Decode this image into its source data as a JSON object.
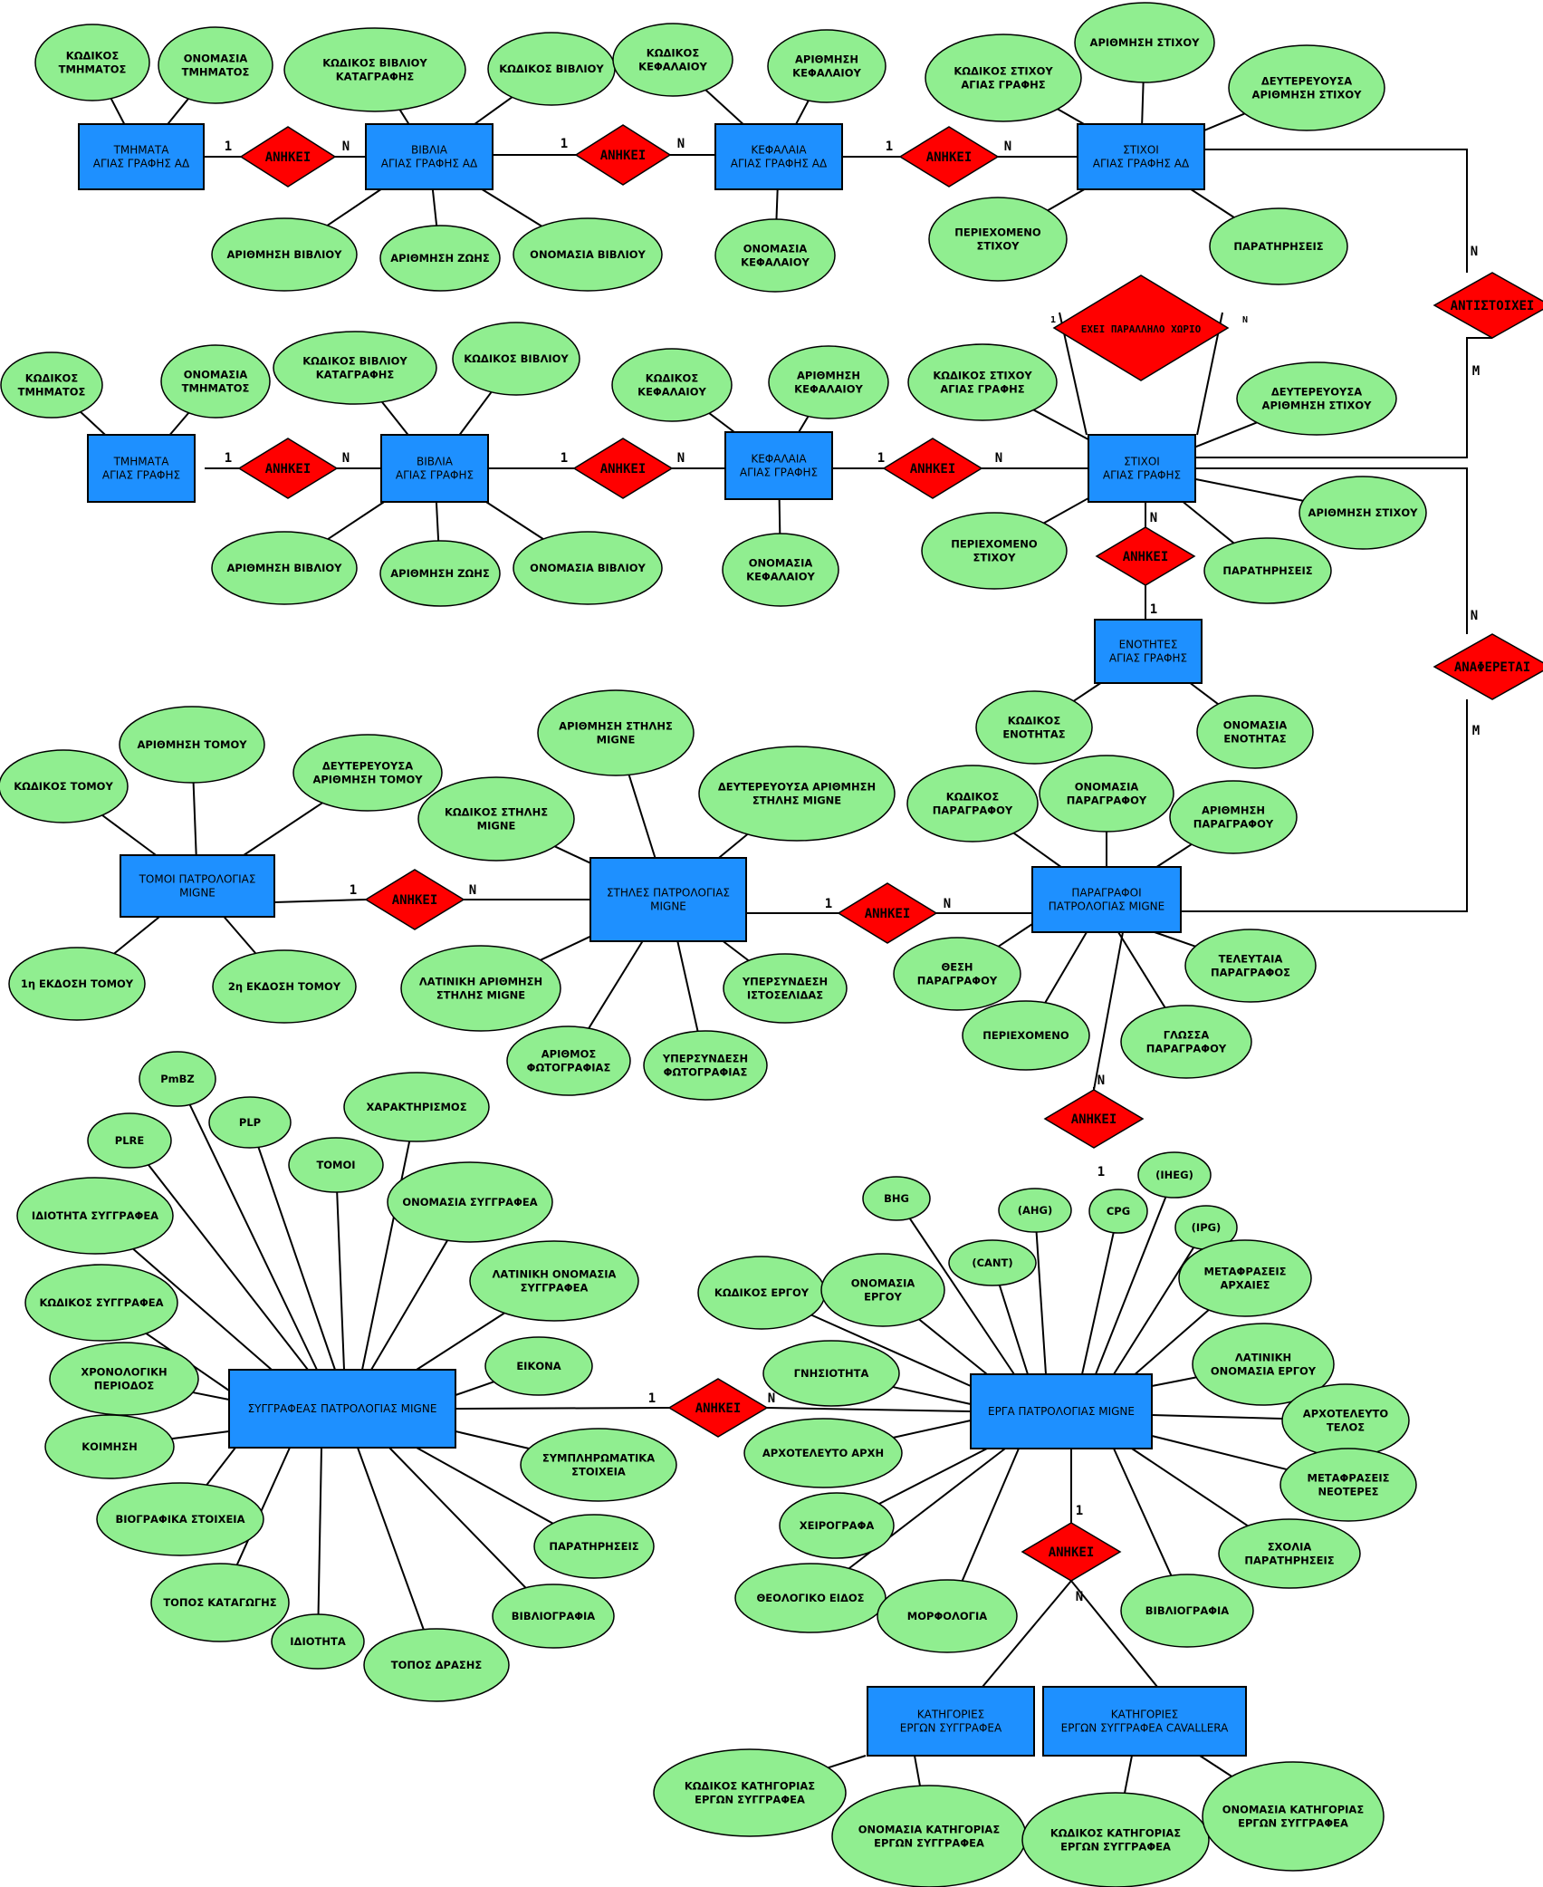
{
  "entities": {
    "e1": [
      "ΤΜΗΜΑΤΑ",
      "ΑΓΙΑΣ ΓΡΑΦΗΣ ΑΔ"
    ],
    "e2": [
      "ΒΙΒΛΙΑ",
      "ΑΓΙΑΣ ΓΡΑΦΗΣ ΑΔ"
    ],
    "e3": [
      "ΚΕΦΑΛΑΙΑ",
      "ΑΓΙΑΣ ΓΡΑΦΗΣ ΑΔ"
    ],
    "e4": [
      "ΣΤΙΧΟΙ",
      "ΑΓΙΑΣ ΓΡΑΦΗΣ ΑΔ"
    ],
    "e5": [
      "ΤΜΗΜΑΤΑ",
      "ΑΓΙΑΣ ΓΡΑΦΗΣ"
    ],
    "e6": [
      "ΒΙΒΛΙΑ",
      "ΑΓΙΑΣ ΓΡΑΦΗΣ"
    ],
    "e7": [
      "ΚΕΦΑΛΑΙΑ",
      "ΑΓΙΑΣ ΓΡΑΦΗΣ"
    ],
    "e8": [
      "ΣΤΙΧΟΙ",
      "ΑΓΙΑΣ ΓΡΑΦΗΣ"
    ],
    "e9": [
      "ΕΝΟΤΗΤΕΣ",
      "ΑΓΙΑΣ ΓΡΑΦΗΣ"
    ],
    "e10": [
      "ΤΟΜΟΙ ΠΑΤΡΟΛΟΓΙΑΣ",
      "MIGNE"
    ],
    "e11": [
      "ΣΤΗΛΕΣ ΠΑΤΡΟΛΟΓΙΑΣ",
      "MIGNE"
    ],
    "e12": [
      "ΠΑΡΑΓΡΑΦΟΙ",
      "ΠΑΤΡΟΛΟΓΙΑΣ MIGNE"
    ],
    "e13": [
      "ΣΥΓΓΡΑΦΕΑΣ ΠΑΤΡΟΛΟΓΙΑΣ MIGNE"
    ],
    "e14": [
      "ΕΡΓΑ ΠΑΤΡΟΛΟΓΙΑΣ MIGNE"
    ],
    "e15": [
      "ΚΑΤΗΓΟΡΙΕΣ",
      "ΕΡΓΩΝ ΣΥΓΓΡΑΦΕΑ"
    ],
    "e16": [
      "ΚΑΤΗΓΟΡΙΕΣ",
      "ΕΡΓΩΝ ΣΥΓΓΡΑΦΕΑ CAVALLERA"
    ]
  },
  "relationships": {
    "r1": "ΑΝΗΚΕΙ",
    "r2": "ΑΝΗΚΕΙ",
    "r3": "ΑΝΗΚΕΙ",
    "r4": "ΑΝΤΙΣΤΟΙΧΕΙ",
    "r5": "ΑΝΗΚΕΙ",
    "r6": "ΑΝΗΚΕΙ",
    "r7": "ΑΝΗΚΕΙ",
    "r8": "ΑΝΗΚΕΙ",
    "r9": "ΕΧΕΙ ΠΑΡΑΛΛΗΛΟ ΧΩΡΙΟ",
    "r10": "ΑΝΑΦΕΡΕΤΑΙ",
    "r11": "ΑΝΗΚΕΙ",
    "r12": "ΑΝΗΚΕΙ",
    "r13": "ΑΝΗΚΕΙ",
    "r14": "ΑΝΗΚΕΙ",
    "r15": "ΑΝΗΚΕΙ"
  },
  "attributes": {
    "a1": [
      "ΚΩΔΙΚΟΣ",
      "ΤΜΗΜΑΤΟΣ"
    ],
    "a2": [
      "ΟΝΟΜΑΣΙΑ",
      "ΤΜΗΜΑΤΟΣ"
    ],
    "a3": [
      "ΚΩΔΙΚΟΣ ΒΙΒΛΙΟΥ",
      "ΚΑΤΑΓΡΑΦΗΣ"
    ],
    "a4": [
      "ΚΩΔΙΚΟΣ ΒΙΒΛΙΟΥ"
    ],
    "a5": [
      "ΑΡΙΘΜΗΣΗ ΒΙΒΛΙΟΥ"
    ],
    "a6": [
      "ΑΡΙΘΜΗΣΗ ΖΩΗΣ"
    ],
    "a7": [
      "ΟΝΟΜΑΣΙΑ ΒΙΒΛΙΟΥ"
    ],
    "a8": [
      "ΚΩΔΙΚΟΣ",
      "ΚΕΦΑΛΑΙΟΥ"
    ],
    "a9": [
      "ΑΡΙΘΜΗΣΗ",
      "ΚΕΦΑΛΑΙΟΥ"
    ],
    "a10": [
      "ΟΝΟΜΑΣΙΑ",
      "ΚΕΦΑΛΑΙΟΥ"
    ],
    "a11": [
      "ΚΩΔΙΚΟΣ ΣΤΙΧΟΥ",
      "ΑΓΙΑΣ ΓΡΑΦΗΣ"
    ],
    "a12": [
      "ΑΡΙΘΜΗΣΗ ΣΤΙΧΟΥ"
    ],
    "a13": [
      "ΔΕΥΤΕΡΕΥΟΥΣΑ",
      "ΑΡΙΘΜΗΣΗ ΣΤΙΧΟΥ"
    ],
    "a14": [
      "ΠΕΡΙΕΧΟΜΕΝΟ",
      "ΣΤΙΧΟΥ"
    ],
    "a15": [
      "ΠΑΡΑΤΗΡΗΣΕΙΣ"
    ],
    "b1": [
      "ΚΩΔΙΚΟΣ",
      "ΤΜΗΜΑΤΟΣ"
    ],
    "b2": [
      "ΟΝΟΜΑΣΙΑ",
      "ΤΜΗΜΑΤΟΣ"
    ],
    "b3": [
      "ΚΩΔΙΚΟΣ ΒΙΒΛΙΟΥ",
      "ΚΑΤΑΓΡΑΦΗΣ"
    ],
    "b4": [
      "ΚΩΔΙΚΟΣ ΒΙΒΛΙΟΥ"
    ],
    "b5": [
      "ΑΡΙΘΜΗΣΗ ΒΙΒΛΙΟΥ"
    ],
    "b6": [
      "ΑΡΙΘΜΗΣΗ ΖΩΗΣ"
    ],
    "b7": [
      "ΟΝΟΜΑΣΙΑ ΒΙΒΛΙΟΥ"
    ],
    "b8": [
      "ΚΩΔΙΚΟΣ",
      "ΚΕΦΑΛΑΙΟΥ"
    ],
    "b9": [
      "ΑΡΙΘΜΗΣΗ",
      "ΚΕΦΑΛΑΙΟΥ"
    ],
    "b10": [
      "ΟΝΟΜΑΣΙΑ",
      "ΚΕΦΑΛΑΙΟΥ"
    ],
    "b11": [
      "ΚΩΔΙΚΟΣ ΣΤΙΧΟΥ",
      "ΑΓΙΑΣ ΓΡΑΦΗΣ"
    ],
    "b12": [
      "ΔΕΥΤΕΡΕΥΟΥΣΑ",
      "ΑΡΙΘΜΗΣΗ ΣΤΙΧΟΥ"
    ],
    "b13": [
      "ΠΕΡΙΕΧΟΜΕΝΟ",
      "ΣΤΙΧΟΥ"
    ],
    "b14": [
      "ΠΑΡΑΤΗΡΗΣΕΙΣ"
    ],
    "b15": [
      "ΑΡΙΘΜΗΣΗ ΣΤΙΧΟΥ"
    ],
    "b16": [
      "ΚΩΔΙΚΟΣ",
      "ΕΝΟΤΗΤΑΣ"
    ],
    "b17": [
      "ΟΝΟΜΑΣΙΑ",
      "ΕΝΟΤΗΤΑΣ"
    ],
    "c1": [
      "ΚΩΔΙΚΟΣ ΤΟΜΟΥ"
    ],
    "c2": [
      "ΑΡΙΘΜΗΣΗ ΤΟΜΟΥ"
    ],
    "c3": [
      "ΔΕΥΤΕΡΕΥΟΥΣΑ",
      "ΑΡΙΘΜΗΣΗ ΤΟΜΟΥ"
    ],
    "c4": [
      "1η ΕΚΔΟΣΗ ΤΟΜΟΥ"
    ],
    "c5": [
      "2η ΕΚΔΟΣΗ ΤΟΜΟΥ"
    ],
    "c6": [
      "ΑΡΙΘΜΗΣΗ ΣΤΗΛΗΣ",
      "MIGNE"
    ],
    "c7": [
      "ΚΩΔΙΚΟΣ ΣΤΗΛΗΣ",
      "MIGNE"
    ],
    "c8": [
      "ΔΕΥΤΕΡΕΥΟΥΣΑ ΑΡΙΘΜΗΣΗ",
      "ΣΤΗΛΗΣ MIGNE"
    ],
    "c9": [
      "ΛΑΤΙΝΙΚΗ ΑΡΙΘΜΗΣΗ",
      "ΣΤΗΛΗΣ MIGNE"
    ],
    "c10": [
      "ΑΡΙΘΜΟΣ",
      "ΦΩΤΟΓΡΑΦΙΑΣ"
    ],
    "c11": [
      "ΥΠΕΡΣΥΝΔΕΣΗ",
      "ΦΩΤΟΓΡΑΦΙΑΣ"
    ],
    "c12": [
      "ΥΠΕΡΣΥΝΔΕΣΗ",
      "ΙΣΤΟΣΕΛΙΔΑΣ"
    ],
    "c13": [
      "ΚΩΔΙΚΟΣ",
      "ΠΑΡΑΓΡΑΦΟΥ"
    ],
    "c14": [
      "ΟΝΟΜΑΣΙΑ",
      "ΠΑΡΑΓΡΑΦΟΥ"
    ],
    "c15": [
      "ΑΡΙΘΜΗΣΗ",
      "ΠΑΡΑΓΡΑΦΟΥ"
    ],
    "c16": [
      "ΘΕΣΗ",
      "ΠΑΡΑΓΡΑΦΟΥ"
    ],
    "c17": [
      "ΠΕΡΙΕΧΟΜΕΝΟ"
    ],
    "c18": [
      "ΓΛΩΣΣΑ",
      "ΠΑΡΑΓΡΑΦΟΥ"
    ],
    "c19": [
      "ΤΕΛΕΥΤΑΙΑ",
      "ΠΑΡΑΓΡΑΦΟΣ"
    ],
    "d1": [
      "PmBZ"
    ],
    "d2": [
      "PLRE"
    ],
    "d3": [
      "PLP"
    ],
    "d4": [
      "ΧΑΡΑΚΤΗΡΙΣΜΟΣ"
    ],
    "d5": [
      "ΤΟΜΟΙ"
    ],
    "d6": [
      "ΙΔΙΟΤΗΤΑ ΣΥΓΓΡΑΦΕΑ"
    ],
    "d7": [
      "ΟΝΟΜΑΣΙΑ ΣΥΓΓΡΑΦΕΑ"
    ],
    "d8": [
      "ΛΑΤΙΝΙΚΗ ΟΝΟΜΑΣΙΑ",
      "ΣΥΓΓΡΑΦΕΑ"
    ],
    "d9": [
      "ΚΩΔΙΚΟΣ ΣΥΓΓΡΑΦΕΑ"
    ],
    "d10": [
      "ΧΡΟΝΟΛΟΓΙΚΗ",
      "ΠΕΡΙΟΔΟΣ"
    ],
    "d11": [
      "ΕΙΚΟΝΑ"
    ],
    "d12": [
      "ΚΟΙΜΗΣΗ"
    ],
    "d13": [
      "ΣΥΜΠΛΗΡΩΜΑΤΙΚΑ",
      "ΣΤΟΙΧΕΙΑ"
    ],
    "d14": [
      "ΒΙΟΓΡΑΦΙΚΑ ΣΤΟΙΧΕΙΑ"
    ],
    "d15": [
      "ΠΑΡΑΤΗΡΗΣΕΙΣ"
    ],
    "d16": [
      "ΤΟΠΟΣ ΚΑΤΑΓΩΓΗΣ"
    ],
    "d17": [
      "ΒΙΒΛΙΟΓΡΑΦΙΑ"
    ],
    "d18": [
      "ΙΔΙΟΤΗΤΑ"
    ],
    "d19": [
      "ΤΟΠΟΣ ΔΡΑΣΗΣ"
    ],
    "f1": [
      "BHG"
    ],
    "f2": [
      "(AHG)"
    ],
    "f3": [
      "CPG"
    ],
    "f4": [
      "(IHEG)"
    ],
    "f5": [
      "(IPG)"
    ],
    "f6": [
      "(CANT)"
    ],
    "f7": [
      "ΚΩΔΙΚΟΣ ΕΡΓΟΥ"
    ],
    "f8": [
      "ΟΝΟΜΑΣΙΑ",
      "ΕΡΓΟΥ"
    ],
    "f9": [
      "ΜΕΤΑΦΡΑΣΕΙΣ",
      "ΑΡΧΑΙΕΣ"
    ],
    "f10": [
      "ΛΑΤΙΝΙΚΗ",
      "ΟΝΟΜΑΣΙΑ ΕΡΓΟΥ"
    ],
    "f11": [
      "ΓΝΗΣΙΟΤΗΤΑ"
    ],
    "f12": [
      "ΑΡΧΟΤΕΛΕΥΤΟ",
      "ΤΕΛΟΣ"
    ],
    "f13": [
      "ΑΡΧΟΤΕΛΕΥΤΟ ΑΡΧΗ"
    ],
    "f14": [
      "ΜΕΤΑΦΡΑΣΕΙΣ",
      "ΝΕΟΤΕΡΕΣ"
    ],
    "f15": [
      "ΧΕΙΡΟΓΡΑΦΑ"
    ],
    "f16": [
      "ΣΧΟΛΙΑ",
      "ΠΑΡΑΤΗΡΗΣΕΙΣ"
    ],
    "f17": [
      "ΘΕΟΛΟΓΙΚΟ ΕΙΔΟΣ"
    ],
    "f18": [
      "ΜΟΡΦΟΛΟΓΙΑ"
    ],
    "f19": [
      "ΒΙΒΛΙΟΓΡΑΦΙΑ"
    ],
    "g1": [
      "ΚΩΔΙΚΟΣ ΚΑΤΗΓΟΡΙΑΣ",
      "ΕΡΓΩΝ ΣΥΓΓΡΑΦΕΑ"
    ],
    "g2": [
      "ΟΝΟΜΑΣΙΑ ΚΑΤΗΓΟΡΙΑΣ",
      "ΕΡΓΩΝ ΣΥΓΓΡΑΦΕΑ"
    ],
    "g3": [
      "ΚΩΔΙΚΟΣ ΚΑΤΗΓΟΡΙΑΣ",
      "ΕΡΓΩΝ ΣΥΓΓΡΑΦΕΑ"
    ],
    "g4": [
      "ΟΝΟΜΑΣΙΑ ΚΑΤΗΓΟΡΙΑΣ",
      "ΕΡΓΩΝ ΣΥΓΓΡΑΦΕΑ"
    ]
  },
  "cardinalities": {
    "k1": "1",
    "k2": "Ν",
    "k3": "1",
    "k4": "Ν",
    "k5": "1",
    "k6": "Ν",
    "k7": "Ν",
    "k8": "Μ",
    "k9": "1",
    "k10": "Ν",
    "k11": "1",
    "k12": "Ν",
    "k13": "1",
    "k14": "Ν",
    "k15": "1",
    "k16": "Ν",
    "k17": "Ν",
    "k18": "1",
    "k19": "Ν",
    "k20": "Μ",
    "k21": "1",
    "k22": "Ν",
    "k23": "1",
    "k24": "Ν",
    "k25": "Ν",
    "k26": "1",
    "k27": "1",
    "k28": "Ν",
    "k29": "1",
    "k30": "Ν"
  }
}
